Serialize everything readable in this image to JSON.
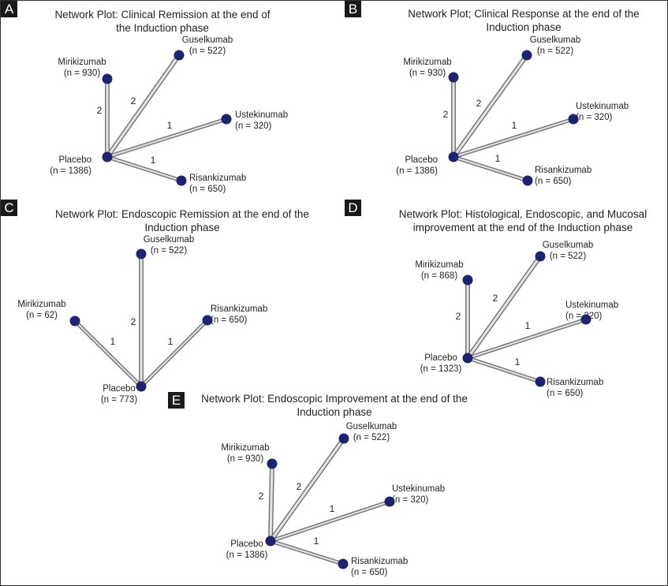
{
  "colors": {
    "node": "#1c2373",
    "edge_outline": "#777777",
    "edge_fill": "#e4e4e4",
    "letter_bg": "#1a1a1a",
    "text": "#222222"
  },
  "panels": [
    {
      "letter": "A",
      "title": "Network Plot: Clinical Remission at the end of the Induction phase",
      "nodes": [
        {
          "name": "Placebo",
          "n": "(n = 1386)"
        },
        {
          "name": "Mirikizumab",
          "n": "(n = 930)"
        },
        {
          "name": "Guselkumab",
          "n": "(n = 522)"
        },
        {
          "name": "Ustekinumab",
          "n": "(n = 320)"
        },
        {
          "name": "Risankizumab",
          "n": "(n = 650)"
        }
      ],
      "edges": [
        {
          "from": 0,
          "to": 1,
          "studies": "2"
        },
        {
          "from": 0,
          "to": 2,
          "studies": "2"
        },
        {
          "from": 0,
          "to": 3,
          "studies": "1"
        },
        {
          "from": 0,
          "to": 4,
          "studies": "1"
        }
      ]
    },
    {
      "letter": "B",
      "title": "Network Plot; Clinical Response at the end of the Induction phase",
      "nodes": [
        {
          "name": "Placebo",
          "n": "(n = 1386)"
        },
        {
          "name": "Mirikizumab",
          "n": "(n = 930)"
        },
        {
          "name": "Guselkumab",
          "n": "(n = 522)"
        },
        {
          "name": "Ustekinumab",
          "n": "(n = 320)"
        },
        {
          "name": "Risankizumab",
          "n": "(n = 650)"
        }
      ],
      "edges": [
        {
          "from": 0,
          "to": 1,
          "studies": "2"
        },
        {
          "from": 0,
          "to": 2,
          "studies": "2"
        },
        {
          "from": 0,
          "to": 3,
          "studies": "1"
        },
        {
          "from": 0,
          "to": 4,
          "studies": "1"
        }
      ]
    },
    {
      "letter": "C",
      "title": "Network Plot: Endoscopic Remission at the end of the Induction phase",
      "nodes": [
        {
          "name": "Placebo",
          "n": "(n = 773)"
        },
        {
          "name": "Mirikizumab",
          "n": "(n = 62)"
        },
        {
          "name": "Guselkumab",
          "n": "(n = 522)"
        },
        {
          "name": "Risankizumab",
          "n": "(n = 650)"
        }
      ],
      "edges": [
        {
          "from": 0,
          "to": 1,
          "studies": "1"
        },
        {
          "from": 0,
          "to": 2,
          "studies": "2"
        },
        {
          "from": 0,
          "to": 3,
          "studies": "1"
        }
      ]
    },
    {
      "letter": "D",
      "title": "Network Plot: Histological, Endoscopic, and Mucosal improvement at the end of the Induction phase",
      "nodes": [
        {
          "name": "Placebo",
          "n": "(n = 1323)"
        },
        {
          "name": "Mirikizumab",
          "n": "(n = 868)"
        },
        {
          "name": "Guselkumab",
          "n": "(n = 522)"
        },
        {
          "name": "Ustekinumab",
          "n": "(n = 320)"
        },
        {
          "name": "Risankizumab",
          "n": "(n = 650)"
        }
      ],
      "edges": [
        {
          "from": 0,
          "to": 1,
          "studies": "2"
        },
        {
          "from": 0,
          "to": 2,
          "studies": "2"
        },
        {
          "from": 0,
          "to": 3,
          "studies": "1"
        },
        {
          "from": 0,
          "to": 4,
          "studies": "1"
        }
      ]
    },
    {
      "letter": "E",
      "title": "Network Plot: Endoscopic Improvement at the end of the Induction phase",
      "nodes": [
        {
          "name": "Placebo",
          "n": "(n = 1386)"
        },
        {
          "name": "Mirikizumab",
          "n": "(n = 930)"
        },
        {
          "name": "Guselkumab",
          "n": "(n = 522)"
        },
        {
          "name": "Ustekinumab",
          "n": "(n = 320)"
        },
        {
          "name": "Risankizumab",
          "n": "(n = 650)"
        }
      ],
      "edges": [
        {
          "from": 0,
          "to": 1,
          "studies": "2"
        },
        {
          "from": 0,
          "to": 2,
          "studies": "2"
        },
        {
          "from": 0,
          "to": 3,
          "studies": "1"
        },
        {
          "from": 0,
          "to": 4,
          "studies": "1"
        }
      ]
    }
  ]
}
